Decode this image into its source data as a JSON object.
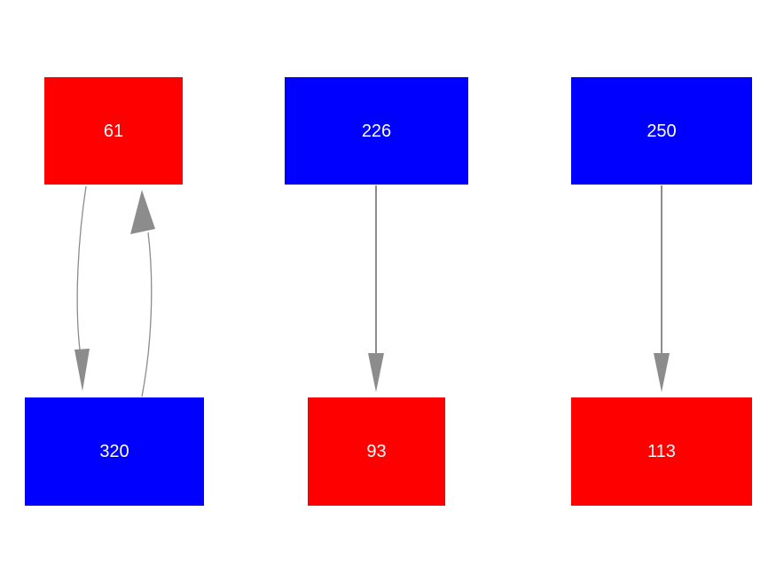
{
  "diagram": {
    "title": "",
    "background_color": "#ffffff",
    "edge_color": "#8c8c8c",
    "node_text_color": "#ffffff",
    "nodes": [
      {
        "id": "n1",
        "label": "61",
        "color": "#ff0000",
        "row": "top",
        "column": 1
      },
      {
        "id": "n2",
        "label": "320",
        "color": "#0000ff",
        "row": "bottom",
        "column": 1
      },
      {
        "id": "n3",
        "label": "226",
        "color": "#0000ff",
        "row": "top",
        "column": 2
      },
      {
        "id": "n4",
        "label": "93",
        "color": "#ff0000",
        "row": "bottom",
        "column": 2
      },
      {
        "id": "n5",
        "label": "250",
        "color": "#0000ff",
        "row": "top",
        "column": 3
      },
      {
        "id": "n6",
        "label": "113",
        "color": "#ff0000",
        "row": "bottom",
        "column": 3
      }
    ],
    "edges": [
      {
        "from": "61",
        "to": "320",
        "style": "curved",
        "direction": "down"
      },
      {
        "from": "320",
        "to": "61",
        "style": "curved",
        "direction": "up"
      },
      {
        "from": "226",
        "to": "93",
        "style": "straight",
        "direction": "down"
      },
      {
        "from": "250",
        "to": "113",
        "style": "straight",
        "direction": "down"
      }
    ]
  }
}
